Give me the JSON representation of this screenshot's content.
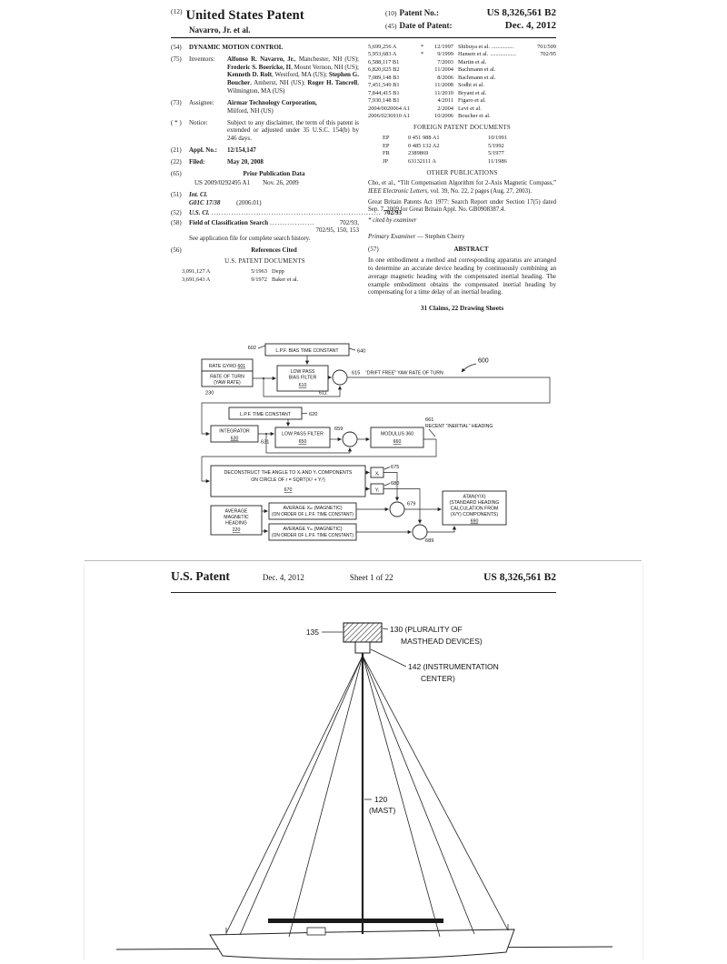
{
  "page1": {
    "header": {
      "code12": "(12)",
      "title": "United States Patent",
      "authors": "Navarro, Jr. et al.",
      "code10": "(10)",
      "patent_no_label": "Patent No.:",
      "patent_no": "US 8,326,561 B2",
      "code45": "(45)",
      "date_label": "Date of Patent:",
      "date_value": "Dec. 4, 2012"
    },
    "left": {
      "title_code": "(54)",
      "title": "DYNAMIC MOTION CONTROL",
      "inventors_code": "(75)",
      "inventors_label": "Inventors:",
      "inventors": [
        {
          "name": "Alfonso R. Navarro, Jr.",
          "rest": ", Manchester, NH (US); "
        },
        {
          "name": "Frederic S. Boericke, II",
          "rest": ", Mount Vernon, NH (US); "
        },
        {
          "name": "Kenneth D. Rolt",
          "rest": ", Westford, MA (US); "
        },
        {
          "name": "Stephen G. Boucher",
          "rest": ", Amherst, NH (US); "
        },
        {
          "name": "Roger H. Tancrell",
          "rest": ", Wilmington, MA (US)"
        }
      ],
      "assignee_code": "(73)",
      "assignee_label": "Assignee:",
      "assignee_name": "Airmar Technology Corporation,",
      "assignee_loc": "Milford, NH (US)",
      "notice_code": "( * )",
      "notice_label": "Notice:",
      "notice_text": "Subject to any disclaimer, the term of this patent is extended or adjusted under 35 U.S.C. 154(b) by 246 days.",
      "appl_code": "(21)",
      "appl_label": "Appl. No.:",
      "appl_value": "12/154,147",
      "filed_code": "(22)",
      "filed_label": "Filed:",
      "filed_value": "May 20, 2008",
      "prior_code": "(65)",
      "prior_label": "Prior Publication Data",
      "prior_pub": "US 2009/0292495 A1",
      "prior_date": "Nov. 26, 2009",
      "intcl_code": "(51)",
      "intcl_label": "Int. Cl.",
      "intcl_class": "G01C 17/38",
      "intcl_year": "(2006.01)",
      "uscl_code": "(52)",
      "uscl_label": "U.S. Cl.",
      "uscl_dots": "........................................................................",
      "uscl_value": "702/93",
      "field_code": "(58)",
      "field_label": "Field of Classification Search",
      "field_dots": "..................",
      "field_value1": "702/93,",
      "field_value2": "702/95, 150, 153",
      "field_note": "See application file for complete search history.",
      "refs_code": "(56)",
      "refs_label": "References Cited",
      "us_docs_header": "U.S. PATENT DOCUMENTS",
      "us_refs": [
        {
          "num": "3,091,127 A",
          "star": "",
          "date": "5/1963",
          "name": "Depp",
          "dots": "",
          "cls": ""
        },
        {
          "num": "3,691,643 A",
          "star": "",
          "date": "9/1972",
          "name": "Baker et al.",
          "dots": "",
          "cls": ""
        }
      ]
    },
    "right": {
      "us_refs": [
        {
          "num": "5,699,256 A",
          "star": "*",
          "date": "12/1997",
          "name": "Shibuya et al.",
          "dots": "...............",
          "cls": "701/509"
        },
        {
          "num": "5,953,683 A",
          "star": "*",
          "date": "9/1999",
          "name": "Hansen et al.",
          "dots": "..................",
          "cls": "702/95"
        },
        {
          "num": "6,588,117 B1",
          "star": "",
          "date": "7/2003",
          "name": "Martin et al.",
          "dots": "",
          "cls": ""
        },
        {
          "num": "6,820,025 B2",
          "star": "",
          "date": "11/2004",
          "name": "Bachmann et al.",
          "dots": "",
          "cls": ""
        },
        {
          "num": "7,089,148 B1",
          "star": "",
          "date": "8/2006",
          "name": "Bachmann et al.",
          "dots": "",
          "cls": ""
        },
        {
          "num": "7,451,549 B1",
          "star": "",
          "date": "11/2008",
          "name": "Sodhi et al.",
          "dots": "",
          "cls": ""
        },
        {
          "num": "7,844,415 B1",
          "star": "",
          "date": "11/2010",
          "name": "Bryant et al.",
          "dots": "",
          "cls": ""
        },
        {
          "num": "7,930,148 B1",
          "star": "",
          "date": "4/2011",
          "name": "Figaro et al.",
          "dots": "",
          "cls": ""
        },
        {
          "num": "2004/0020064 A1",
          "star": "",
          "date": "2/2004",
          "name": "Levi et al.",
          "dots": "",
          "cls": ""
        },
        {
          "num": "2006/0236910 A1",
          "star": "",
          "date": "10/2006",
          "name": "Boucher et al.",
          "dots": "",
          "cls": ""
        }
      ],
      "foreign_header": "FOREIGN PATENT DOCUMENTS",
      "foreign_refs": [
        {
          "cc": "EP",
          "num": "0 451 988  A1",
          "date": "10/1991"
        },
        {
          "cc": "EP",
          "num": "0 485 132  A2",
          "date": "5/1992"
        },
        {
          "cc": "FR",
          "num": "2389869",
          "date": "5/1977"
        },
        {
          "cc": "JP",
          "num": "63132111  A",
          "date": "11/1986"
        }
      ],
      "other_header": "OTHER PUBLICATIONS",
      "other_pub1_a": "Cho, et al., “Tilt Compensation Algorithm for 2-Axis Magnetic Compass,” ",
      "other_pub1_b": "IEEE Electronic Letters",
      "other_pub1_c": ", vol. 39, No. 22, 2 pages (Aug. 27, 2003).",
      "other_pub2": "Great Britain Patents Act 1977: Search Report under Section 17(5) dated Sep. 7, 2009 for Great Britain Appl. No. GB0908387.4.",
      "cited_note": "* cited by examiner",
      "examiner_label": "Primary Examiner",
      "examiner_name": " — Stephen Cherry",
      "abstract_code": "(57)",
      "abstract_label": "ABSTRACT",
      "abstract_text": "In one embodiment a method and corresponding apparatus are arranged to determine an accurate device heading by continuously combining an average magnetic heading with the compensated inertial heading. The example embodiment obtains the compensated inertial heading by compensating for a time delay of an inertial heading.",
      "claims_line": "31 Claims, 22 Drawing Sheets"
    }
  },
  "diagram": {
    "n600": "600",
    "n602": "602",
    "n640": "640",
    "lpf_bias_tc": "L.P.F. BIAS TIME CONSTANT",
    "rate_gyro": "RATE GYRO ",
    "n601": "601",
    "rate_of_turn1": "RATE OF TURN",
    "rate_of_turn2": "(YAW RATE)",
    "n230": "230",
    "lp_bias1": "LOW PASS",
    "lp_bias2": "BIAS FILTER",
    "n610": "610",
    "n611": "611",
    "n615": "615",
    "drift_free": "“DRIFT FREE” YAW RATE OF TURN",
    "lpf_tc": "L.P.F. TIME CONSTANT",
    "n620": "620",
    "integrator": "INTEGRATOR",
    "n630": "630",
    "n631": "631",
    "lp_filter": "LOW PASS FILTER",
    "n650": "650",
    "n659": "659",
    "modulus": "MODULUS 360",
    "n660": "660",
    "n661": "661",
    "recent_heading": "RECENT “INERTIAL” HEADING",
    "deconstruct1": "DECONSTRUCT THE ANGLE TO Xᵢ AND Yᵢ COMPONENTS",
    "deconstruct2": "ON CIRCLE OF r = SQRT(Xᵢ² + Yᵢ²)",
    "n670": "670",
    "xi": "Xᵢ",
    "yi": "Yᵢ",
    "n675": "675",
    "n680": "680",
    "avg_mag1": "AVERAGE",
    "avg_mag2": "MAGNETIC",
    "avg_mag3": "HEADING",
    "n220": "220",
    "avg_xm1": "AVERAGE Xₘ (MAGNETIC)",
    "avg_xm2": "(ON ORDER OF L.P.F. TIME CONSTANT)",
    "avg_ym1": "AVERAGE Yₘ (MAGNETIC)",
    "avg_ym2": "(ON ORDER OF L.P.F. TIME CONSTANT)",
    "n679": "679",
    "n689": "689",
    "atan1": "ATAN(Y/X)",
    "atan2": "(STANDARD HEADING",
    "atan3": "CALCULATION FROM",
    "atan4": "(X/Y) COMPONENTS)",
    "n690": "690"
  },
  "page2": {
    "header": {
      "title": "U.S. Patent",
      "date": "Dec. 4, 2012",
      "sheet": "Sheet 1 of 22",
      "patent_no": "US 8,326,561 B2"
    },
    "labels": {
      "l135": "135",
      "l130a": "130 (PLURALITY OF",
      "l130b": "MASTHEAD DEVICES)",
      "l142a": "142 (INSTRUMENTATION",
      "l142b": "CENTER)",
      "l120": "120",
      "l120b": "(MAST)"
    }
  }
}
